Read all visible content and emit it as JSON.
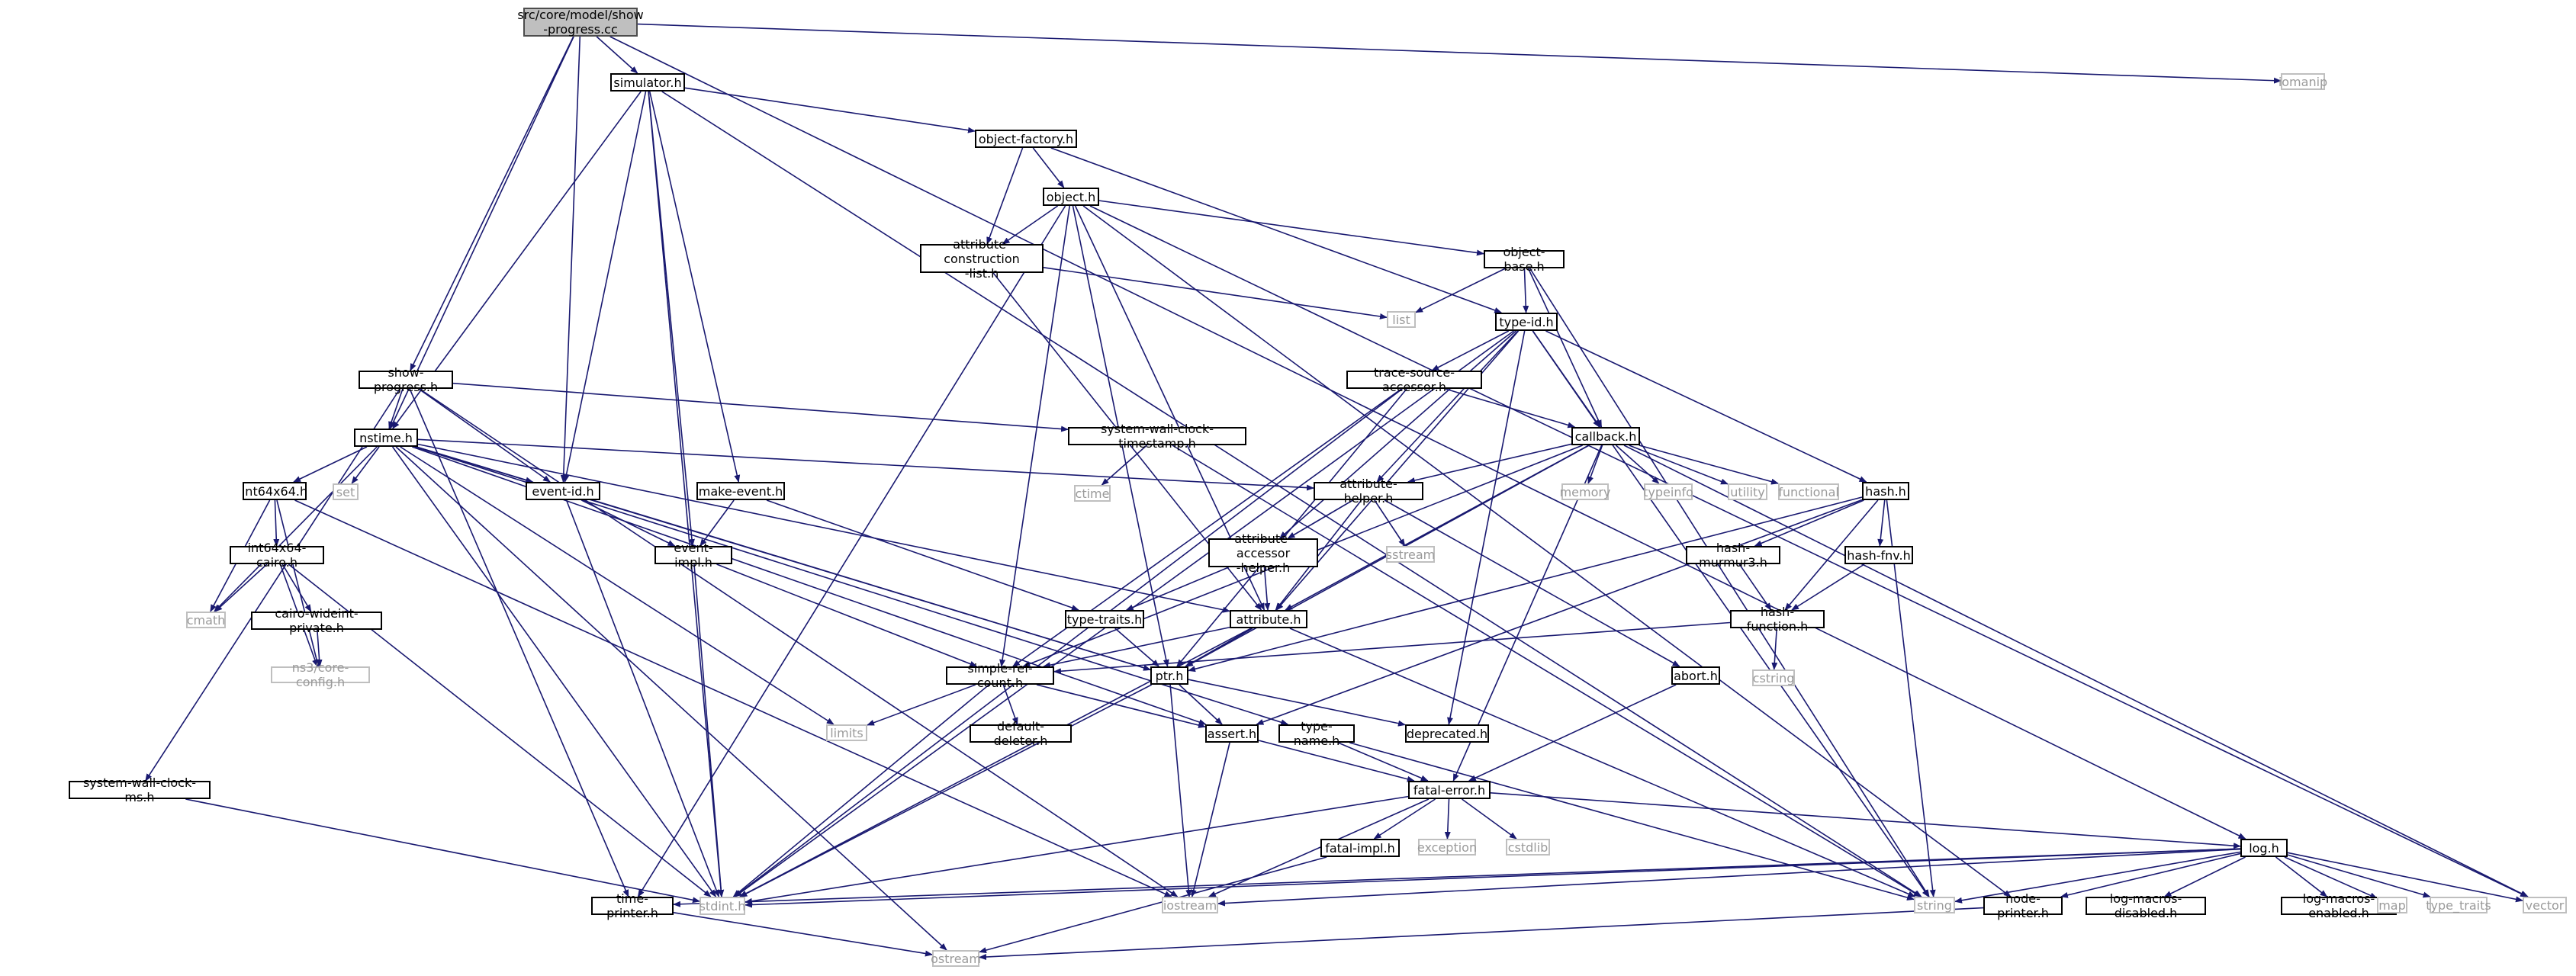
{
  "diagram": {
    "type": "include-dependency-graph",
    "colors": {
      "edge": "#191970",
      "node_border": "#000000",
      "system_border": "#bfbfbf",
      "root_fill": "#bfbfbf"
    },
    "nodes": [
      {
        "id": "root",
        "label": "src/core/model/show\n-progress.cc",
        "kind": "root"
      },
      {
        "id": "simulator",
        "label": "simulator.h",
        "kind": "local"
      },
      {
        "id": "iomanip",
        "label": "iomanip",
        "kind": "system"
      },
      {
        "id": "objfactory",
        "label": "object-factory.h",
        "kind": "local"
      },
      {
        "id": "object",
        "label": "object.h",
        "kind": "local"
      },
      {
        "id": "attrconst",
        "label": "attribute-construction\n-list.h",
        "kind": "local"
      },
      {
        "id": "objbase",
        "label": "object-base.h",
        "kind": "local"
      },
      {
        "id": "list",
        "label": "list",
        "kind": "system"
      },
      {
        "id": "typeid",
        "label": "type-id.h",
        "kind": "local"
      },
      {
        "id": "showprog",
        "label": "show-progress.h",
        "kind": "local"
      },
      {
        "id": "tsa",
        "label": "trace-source-accessor.h",
        "kind": "local"
      },
      {
        "id": "nstime",
        "label": "nstime.h",
        "kind": "local"
      },
      {
        "id": "swct",
        "label": "system-wall-clock-timestamp.h",
        "kind": "local"
      },
      {
        "id": "callback",
        "label": "callback.h",
        "kind": "local"
      },
      {
        "id": "int64",
        "label": "int64x64.h",
        "kind": "local"
      },
      {
        "id": "set",
        "label": "set",
        "kind": "system"
      },
      {
        "id": "eventid",
        "label": "event-id.h",
        "kind": "local"
      },
      {
        "id": "makeevent",
        "label": "make-event.h",
        "kind": "local"
      },
      {
        "id": "ctime",
        "label": "ctime",
        "kind": "system"
      },
      {
        "id": "attrhelper",
        "label": "attribute-helper.h",
        "kind": "local"
      },
      {
        "id": "memory",
        "label": "memory",
        "kind": "system"
      },
      {
        "id": "typeinfo",
        "label": "typeinfo",
        "kind": "system"
      },
      {
        "id": "utility",
        "label": "utility",
        "kind": "system"
      },
      {
        "id": "functional",
        "label": "functional",
        "kind": "system"
      },
      {
        "id": "hash",
        "label": "hash.h",
        "kind": "local"
      },
      {
        "id": "int64cairo",
        "label": "int64x64-cairo.h",
        "kind": "local"
      },
      {
        "id": "eventimpl",
        "label": "event-impl.h",
        "kind": "local"
      },
      {
        "id": "attraccessor",
        "label": "attribute-accessor\n-helper.h",
        "kind": "local"
      },
      {
        "id": "sstream",
        "label": "sstream",
        "kind": "system"
      },
      {
        "id": "hashmurmur",
        "label": "hash-murmur3.h",
        "kind": "local"
      },
      {
        "id": "hashfnv",
        "label": "hash-fnv.h",
        "kind": "local"
      },
      {
        "id": "cmath",
        "label": "cmath",
        "kind": "system"
      },
      {
        "id": "cairowide",
        "label": "cairo-wideint-private.h",
        "kind": "local"
      },
      {
        "id": "typetraits",
        "label": "type-traits.h",
        "kind": "local"
      },
      {
        "id": "attribute",
        "label": "attribute.h",
        "kind": "local"
      },
      {
        "id": "hashfunc",
        "label": "hash-function.h",
        "kind": "local"
      },
      {
        "id": "coreconfig",
        "label": "ns3/core-config.h",
        "kind": "system"
      },
      {
        "id": "simplerefcount",
        "label": "simple-ref-count.h",
        "kind": "local"
      },
      {
        "id": "ptr",
        "label": "ptr.h",
        "kind": "local"
      },
      {
        "id": "abort",
        "label": "abort.h",
        "kind": "local"
      },
      {
        "id": "cstring",
        "label": "cstring",
        "kind": "system"
      },
      {
        "id": "limits",
        "label": "limits",
        "kind": "system"
      },
      {
        "id": "defdeleter",
        "label": "default-deleter.h",
        "kind": "local"
      },
      {
        "id": "assert",
        "label": "assert.h",
        "kind": "local"
      },
      {
        "id": "typename",
        "label": "type-name.h",
        "kind": "local"
      },
      {
        "id": "deprecated",
        "label": "deprecated.h",
        "kind": "local"
      },
      {
        "id": "swcms",
        "label": "system-wall-clock-ms.h",
        "kind": "local"
      },
      {
        "id": "fatalerror",
        "label": "fatal-error.h",
        "kind": "local"
      },
      {
        "id": "fatalimpl",
        "label": "fatal-impl.h",
        "kind": "local"
      },
      {
        "id": "exception",
        "label": "exception",
        "kind": "system"
      },
      {
        "id": "cstdlib",
        "label": "cstdlib",
        "kind": "system"
      },
      {
        "id": "log",
        "label": "log.h",
        "kind": "local"
      },
      {
        "id": "timeprinter",
        "label": "time-printer.h",
        "kind": "local"
      },
      {
        "id": "stdint",
        "label": "stdint.h",
        "kind": "system"
      },
      {
        "id": "iostream",
        "label": "iostream",
        "kind": "system"
      },
      {
        "id": "string",
        "label": "string",
        "kind": "system"
      },
      {
        "id": "nodeprinter",
        "label": "node-printer.h",
        "kind": "local"
      },
      {
        "id": "logdisabled",
        "label": "log-macros-disabled.h",
        "kind": "local"
      },
      {
        "id": "logenabled",
        "label": "log-macros-enabled.h",
        "kind": "local"
      },
      {
        "id": "map",
        "label": "map",
        "kind": "system"
      },
      {
        "id": "typetraitsys",
        "label": "type_traits",
        "kind": "system"
      },
      {
        "id": "vector",
        "label": "vector",
        "kind": "system"
      },
      {
        "id": "ostream",
        "label": "ostream",
        "kind": "system"
      }
    ],
    "edges": [
      [
        "root",
        "simulator"
      ],
      [
        "root",
        "iomanip"
      ],
      [
        "root",
        "showprog"
      ],
      [
        "root",
        "nstime"
      ],
      [
        "root",
        "eventid"
      ],
      [
        "root",
        "log"
      ],
      [
        "simulator",
        "objfactory"
      ],
      [
        "simulator",
        "nstime"
      ],
      [
        "simulator",
        "eventid"
      ],
      [
        "simulator",
        "eventimpl"
      ],
      [
        "simulator",
        "makeevent"
      ],
      [
        "simulator",
        "stdint"
      ],
      [
        "simulator",
        "string"
      ],
      [
        "objfactory",
        "object"
      ],
      [
        "objfactory",
        "attrconst"
      ],
      [
        "objfactory",
        "typeid"
      ],
      [
        "object",
        "attrconst"
      ],
      [
        "object",
        "objbase"
      ],
      [
        "object",
        "ptr"
      ],
      [
        "object",
        "attribute"
      ],
      [
        "object",
        "simplerefcount"
      ],
      [
        "object",
        "nodeprinter"
      ],
      [
        "object",
        "timeprinter"
      ],
      [
        "object",
        "vector"
      ],
      [
        "attrconst",
        "list"
      ],
      [
        "attrconst",
        "attribute"
      ],
      [
        "objbase",
        "typeid"
      ],
      [
        "objbase",
        "callback"
      ],
      [
        "objbase",
        "list"
      ],
      [
        "objbase",
        "string"
      ],
      [
        "typeid",
        "tsa"
      ],
      [
        "typeid",
        "callback"
      ],
      [
        "typeid",
        "attrhelper"
      ],
      [
        "typeid",
        "hash"
      ],
      [
        "typeid",
        "attraccessor"
      ],
      [
        "typeid",
        "attribute"
      ],
      [
        "typeid",
        "stdint"
      ],
      [
        "typeid",
        "string"
      ],
      [
        "typeid",
        "deprecated"
      ],
      [
        "showprog",
        "nstime"
      ],
      [
        "showprog",
        "swct"
      ],
      [
        "showprog",
        "swcms"
      ],
      [
        "showprog",
        "eventid"
      ],
      [
        "showprog",
        "timeprinter"
      ],
      [
        "showprog",
        "iostream"
      ],
      [
        "tsa",
        "callback"
      ],
      [
        "tsa",
        "ptr"
      ],
      [
        "tsa",
        "simplerefcount"
      ],
      [
        "tsa",
        "stdint"
      ],
      [
        "nstime",
        "int64"
      ],
      [
        "nstime",
        "set"
      ],
      [
        "nstime",
        "eventid"
      ],
      [
        "nstime",
        "attrhelper"
      ],
      [
        "nstime",
        "attribute"
      ],
      [
        "nstime",
        "assert"
      ],
      [
        "nstime",
        "cmath"
      ],
      [
        "nstime",
        "limits"
      ],
      [
        "nstime",
        "ptr"
      ],
      [
        "nstime",
        "typename"
      ],
      [
        "nstime",
        "stdint"
      ],
      [
        "nstime",
        "ostream"
      ],
      [
        "swct",
        "ctime"
      ],
      [
        "swct",
        "string"
      ],
      [
        "callback",
        "attrhelper"
      ],
      [
        "callback",
        "memory"
      ],
      [
        "callback",
        "typeinfo"
      ],
      [
        "callback",
        "utility"
      ],
      [
        "callback",
        "functional"
      ],
      [
        "callback",
        "ptr"
      ],
      [
        "callback",
        "simplerefcount"
      ],
      [
        "callback",
        "attribute"
      ],
      [
        "callback",
        "fatalerror"
      ],
      [
        "callback",
        "vector"
      ],
      [
        "int64",
        "int64cairo"
      ],
      [
        "int64",
        "coreconfig"
      ],
      [
        "int64",
        "cmath"
      ],
      [
        "int64",
        "iostream"
      ],
      [
        "eventid",
        "eventimpl"
      ],
      [
        "eventid",
        "ptr"
      ],
      [
        "eventid",
        "stdint"
      ],
      [
        "makeevent",
        "eventimpl"
      ],
      [
        "makeevent",
        "typetraits"
      ],
      [
        "attrhelper",
        "attraccessor"
      ],
      [
        "attrhelper",
        "attribute"
      ],
      [
        "attrhelper",
        "sstream"
      ],
      [
        "attrhelper",
        "abort"
      ],
      [
        "hash",
        "hashmurmur"
      ],
      [
        "hash",
        "hashfnv"
      ],
      [
        "hash",
        "hashfunc"
      ],
      [
        "hash",
        "ptr"
      ],
      [
        "hash",
        "assert"
      ],
      [
        "hash",
        "string"
      ],
      [
        "int64cairo",
        "cairowide"
      ],
      [
        "int64cairo",
        "coreconfig"
      ],
      [
        "int64cairo",
        "cmath"
      ],
      [
        "int64cairo",
        "stdint"
      ],
      [
        "eventimpl",
        "simplerefcount"
      ],
      [
        "eventimpl",
        "stdint"
      ],
      [
        "attraccessor",
        "attribute"
      ],
      [
        "attraccessor",
        "typetraits"
      ],
      [
        "hashmurmur",
        "hashfunc"
      ],
      [
        "hashfnv",
        "hashfunc"
      ],
      [
        "cairowide",
        "coreconfig"
      ],
      [
        "typetraits",
        "ptr"
      ],
      [
        "attribute",
        "ptr"
      ],
      [
        "attribute",
        "simplerefcount"
      ],
      [
        "attribute",
        "stdint"
      ],
      [
        "attribute",
        "string"
      ],
      [
        "hashfunc",
        "cstring"
      ],
      [
        "hashfunc",
        "simplerefcount"
      ],
      [
        "simplerefcount",
        "assert"
      ],
      [
        "simplerefcount",
        "defdeleter"
      ],
      [
        "simplerefcount",
        "limits"
      ],
      [
        "simplerefcount",
        "stdint"
      ],
      [
        "ptr",
        "assert"
      ],
      [
        "ptr",
        "deprecated"
      ],
      [
        "ptr",
        "iostream"
      ],
      [
        "ptr",
        "stdint"
      ],
      [
        "abort",
        "fatalerror"
      ],
      [
        "assert",
        "fatalerror"
      ],
      [
        "assert",
        "iostream"
      ],
      [
        "typename",
        "fatalerror"
      ],
      [
        "typename",
        "string"
      ],
      [
        "swcms",
        "stdint"
      ],
      [
        "fatalerror",
        "fatalimpl"
      ],
      [
        "fatalerror",
        "exception"
      ],
      [
        "fatalerror",
        "cstdlib"
      ],
      [
        "fatalerror",
        "iostream"
      ],
      [
        "fatalerror",
        "log"
      ],
      [
        "fatalerror",
        "stdint"
      ],
      [
        "fatalimpl",
        "ostream"
      ],
      [
        "log",
        "stdint"
      ],
      [
        "log",
        "iostream"
      ],
      [
        "log",
        "string"
      ],
      [
        "log",
        "nodeprinter"
      ],
      [
        "log",
        "logdisabled"
      ],
      [
        "log",
        "logenabled"
      ],
      [
        "log",
        "map"
      ],
      [
        "log",
        "typetraitsys"
      ],
      [
        "log",
        "vector"
      ],
      [
        "log",
        "timeprinter"
      ],
      [
        "timeprinter",
        "ostream"
      ],
      [
        "nodeprinter",
        "ostream"
      ]
    ]
  }
}
